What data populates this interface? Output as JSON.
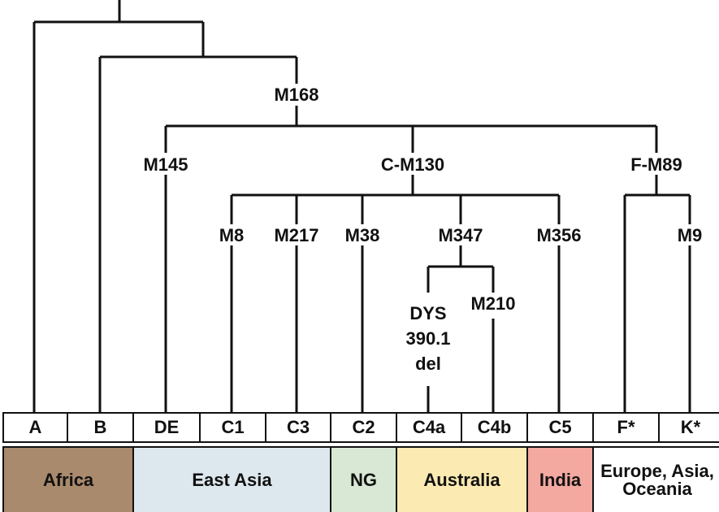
{
  "markers": {
    "m168": "M168",
    "m145": "M145",
    "c_m130": "C-M130",
    "f_m89": "F-M89",
    "m8": "M8",
    "m217": "M217",
    "m38": "M38",
    "m347": "M347",
    "m356": "M356",
    "m9": "M9",
    "dys": [
      "DYS",
      "390.1",
      "del"
    ],
    "m210": "M210"
  },
  "haplogroups": [
    "A",
    "B",
    "DE",
    "C1",
    "C3",
    "C2",
    "C4a",
    "C4b",
    "C5",
    "F*",
    "K*"
  ],
  "regions": [
    {
      "label": "Africa",
      "color": "#a98a6c"
    },
    {
      "label": "East Asia",
      "color": "#dde8ee"
    },
    {
      "label": "NG",
      "color": "#d8e8d4"
    },
    {
      "label": "Australia",
      "color": "#fbeab2"
    },
    {
      "label": "India",
      "color": "#f3a8a0"
    },
    {
      "label": "Europe, Asia, Oceania",
      "color": "#ffffff"
    }
  ]
}
